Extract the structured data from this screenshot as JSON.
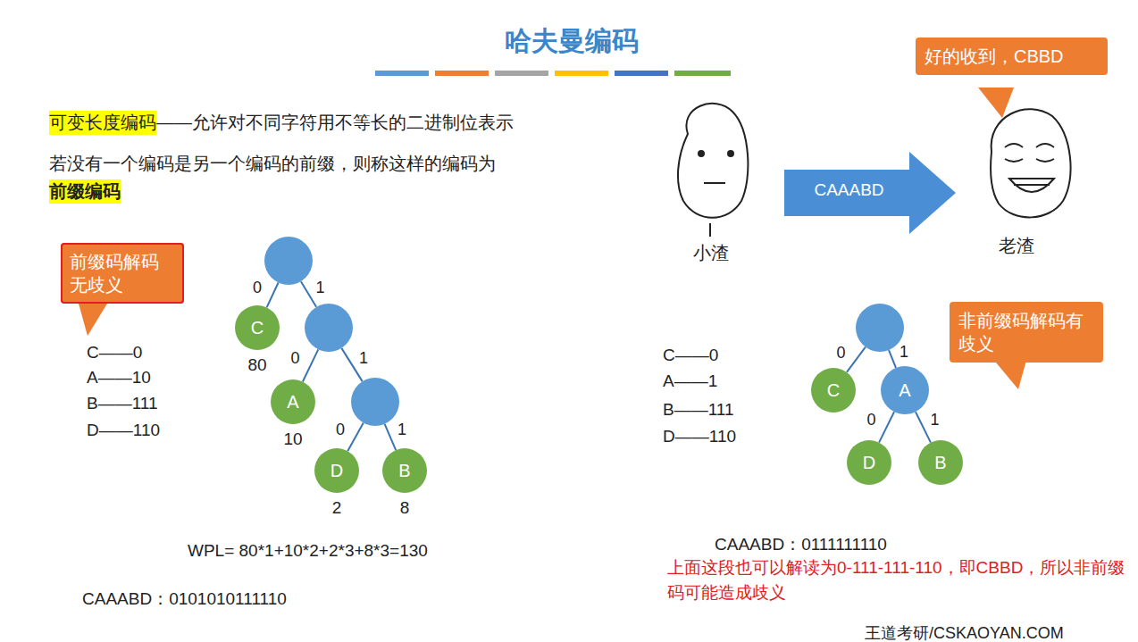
{
  "diagram": {
    "title": "哈夫曼编码",
    "nodes": [
      {
        "text": [
          "前缀码解码无歧义"
        ]
      },
      {
        "text": []
      },
      {
        "text": [
          "C",
          "80"
        ]
      },
      {
        "text": []
      },
      {
        "text": [
          "A",
          "10"
        ]
      },
      {
        "text": []
      },
      {
        "text": [
          "D",
          "2"
        ]
      },
      {
        "text": [
          "B",
          "8"
        ]
      },
      {
        "text": [
          "CAAABD"
        ]
      },
      {
        "text": [
          "好的收到，CBBD"
        ]
      },
      {
        "text": []
      },
      {
        "text": [
          "C"
        ]
      },
      {
        "text": [
          "A"
        ]
      },
      {
        "text": [
          "D"
        ]
      },
      {
        "text": [
          "B"
        ]
      },
      {
        "text": [
          "非前缀码解码有歧义"
        ]
      }
    ],
    "edges": [
      {
        "from": 1,
        "to": 2,
        "arrow": "none",
        "label": "0"
      },
      {
        "from": 1,
        "to": 3,
        "arrow": "none",
        "label": "1"
      },
      {
        "from": 3,
        "to": 4,
        "arrow": "none",
        "label": "0"
      },
      {
        "from": 3,
        "to": 5,
        "arrow": "none",
        "label": "1"
      },
      {
        "from": 5,
        "to": 6,
        "arrow": "none",
        "label": "0"
      },
      {
        "from": 5,
        "to": 7,
        "arrow": "none",
        "label": "1"
      },
      {
        "from": 10,
        "to": 11,
        "arrow": "none",
        "label": "0"
      },
      {
        "from": 10,
        "to": 12,
        "arrow": "none",
        "label": "1"
      },
      {
        "from": 12,
        "to": 13,
        "arrow": "none",
        "label": "0"
      },
      {
        "from": 12,
        "to": 14,
        "arrow": "none",
        "label": "1"
      }
    ],
    "labels": [
      "可变长度编码",
      "——允许对不同字符用不等长的二进制位表示",
      "若没有一个编码是另一个编码的前缀，则称这样的编码为",
      "前缀编码",
      "C——0",
      "A——10",
      "B——111",
      "D——110",
      "WPL= 80*1+10*2+2*3+8*3=130",
      "CAAABD：0101010111110",
      "小渣",
      "老渣",
      "C——0",
      "A——1",
      "B——111",
      "D——110",
      "CAAABD：0111111110",
      "上面这段也可以解读为0-111-111-110，即CBBD，所以非前缀码可能造成歧义",
      "王道考研/CSKAOYAN.COM"
    ]
  }
}
